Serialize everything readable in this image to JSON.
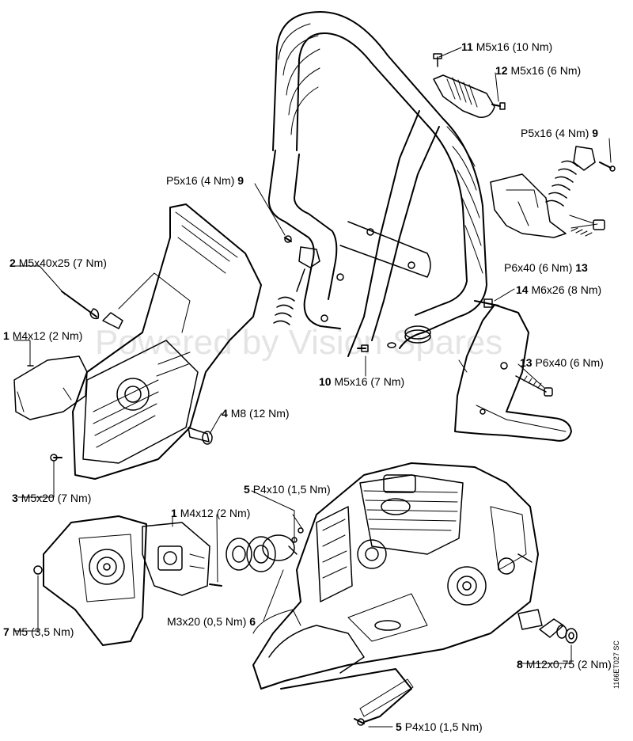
{
  "watermark": "Powered by Vision Spares",
  "drawing_code": "1166ET027 SC",
  "callouts": [
    {
      "id": "c11",
      "num": "11",
      "spec": "M5x16 (10 Nm)"
    },
    {
      "id": "c12",
      "num": "12",
      "spec": "M5x16 (6 Nm)"
    },
    {
      "id": "c9r",
      "num": "9",
      "spec": "P5x16 (4 Nm)"
    },
    {
      "id": "c9l",
      "num": "9",
      "spec": "P5x16 (4 Nm)"
    },
    {
      "id": "c2",
      "num": "2",
      "spec": "M5x40x25 (7 Nm)"
    },
    {
      "id": "c13a",
      "num": "13",
      "spec": "P6x40 (6 Nm)"
    },
    {
      "id": "c14",
      "num": "14",
      "spec": "M6x26 (8 Nm)"
    },
    {
      "id": "c1a",
      "num": "1",
      "spec": "M4x12 (2 Nm)"
    },
    {
      "id": "c10",
      "num": "10",
      "spec": "M5x16 (7 Nm)"
    },
    {
      "id": "c13b",
      "num": "13",
      "spec": "P6x40 (6 Nm)"
    },
    {
      "id": "c4",
      "num": "4",
      "spec": "M8 (12 Nm)"
    },
    {
      "id": "c3",
      "num": "3",
      "spec": "M5x20 (7 Nm)"
    },
    {
      "id": "c5a",
      "num": "5",
      "spec": "P4x10 (1,5 Nm)"
    },
    {
      "id": "c1b",
      "num": "1",
      "spec": "M4x12 (2 Nm)"
    },
    {
      "id": "c7",
      "num": "7",
      "spec": "M5 (3,5 Nm)"
    },
    {
      "id": "c6",
      "num": "6",
      "spec": "M3x20 (0,5 Nm)"
    },
    {
      "id": "c8",
      "num": "8",
      "spec": "M12x0,75 (2 Nm)"
    },
    {
      "id": "c5b",
      "num": "5",
      "spec": "P4x10 (1,5 Nm)"
    }
  ]
}
